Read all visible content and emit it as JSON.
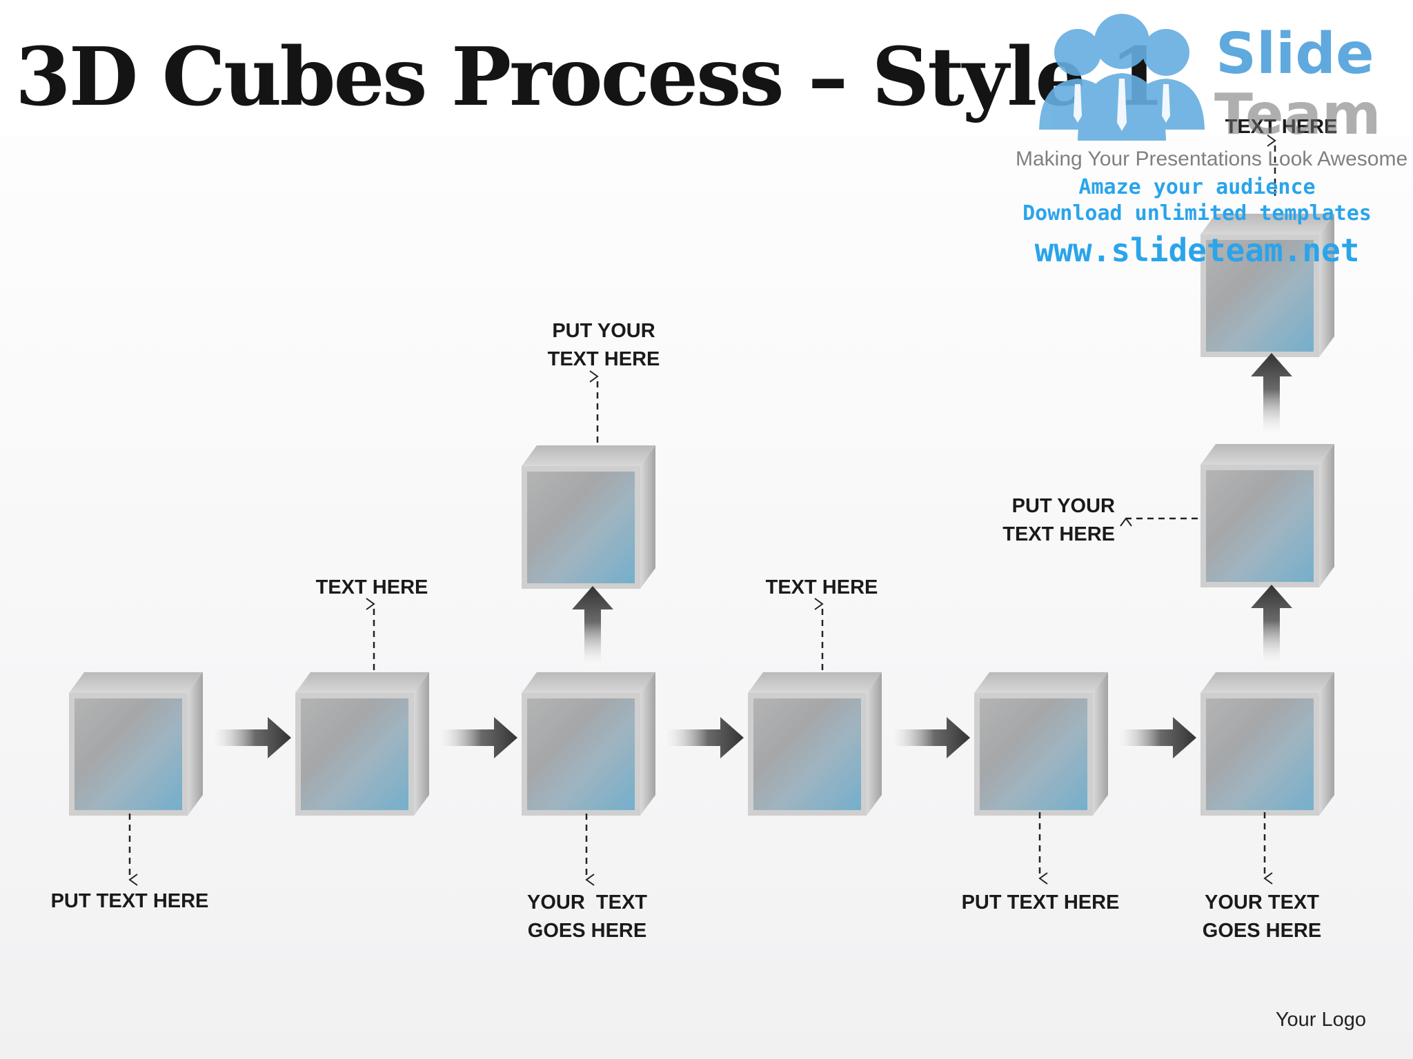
{
  "title": "3D Cubes Process – Style 1",
  "labels": {
    "cube1_below": "PUT TEXT HERE",
    "cube2_above": "TEXT HERE",
    "top_cube_above": [
      "PUT YOUR",
      "TEXT HERE"
    ],
    "cube3_below": [
      "YOUR  TEXT",
      "GOES HERE"
    ],
    "cube4_above": "TEXT HERE",
    "cube5_below": "PUT TEXT HERE",
    "side_left": [
      "PUT YOUR",
      "TEXT HERE"
    ],
    "cube6_below": [
      "YOUR TEXT",
      "GOES HERE"
    ],
    "top_right_above": "TEXT HERE"
  },
  "footer": {
    "logo": "Your Logo"
  },
  "watermark": {
    "brand_line1": "Slide",
    "brand_line2": "Team",
    "tagline": "Making Your Presentations Look Awesome",
    "promo1": "Amaze your audience",
    "promo2": "Download unlimited templates",
    "url": "www.slideteam.net"
  },
  "colors": {
    "cube_face_start": "#a9a9a9",
    "cube_face_end": "#7ab3cf",
    "arrow": "#3a3a3a",
    "watermark_blue": "#2aa4ea"
  }
}
